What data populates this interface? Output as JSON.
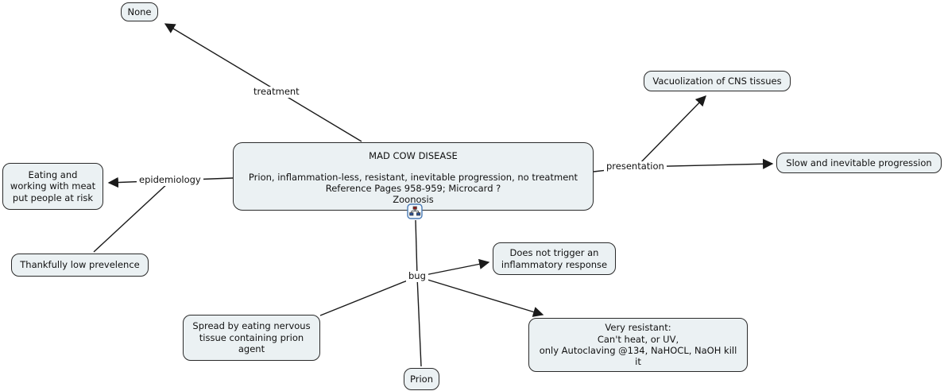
{
  "app": {
    "background": "#ffffff",
    "node_fill": "#ebf1f3",
    "node_border": "#2a2a2a",
    "line_color": "#1a1a1a",
    "icon_border": "#4a7ab5"
  },
  "main_node": {
    "title": "MAD COW DISEASE",
    "body": "Prion, inflammation-less, resistant, inevitable progression, no treatment\nReference Pages 958-959; Microcard ?\nZoonosis"
  },
  "nodes": {
    "none": "None",
    "eating_risk": "Eating and\nworking with meat\nput people at risk",
    "low_prevalence": "Thankfully low prevelence",
    "vacuolization": "Vacuolization of CNS tissues",
    "progression": "Slow and inevitable progression",
    "no_inflammation": "Does not trigger an\ninflammatory response",
    "spread": "Spread by eating nervous\ntissue containing prion\nagent",
    "resistant": "Very resistant:\nCan't heat, or UV,\nonly Autoclaving @134, NaHOCL, NaOH kill\nit",
    "prion": "Prion"
  },
  "link_labels": {
    "treatment": "treatment",
    "epidemiology": "epidemiology",
    "presentation": "presentation",
    "bug": "bug"
  },
  "icons": {
    "resource": "sitemap-resource-icon"
  }
}
